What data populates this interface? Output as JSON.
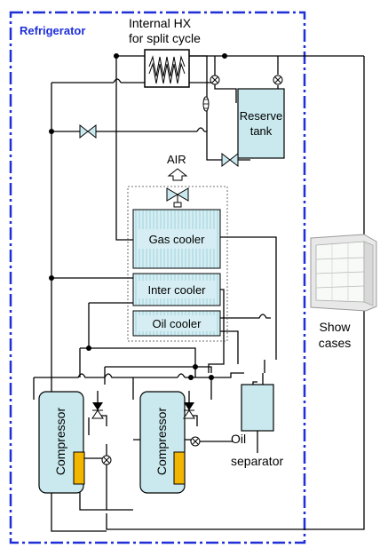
{
  "labels": {
    "refrigerator": "Refrigerator",
    "internal_hx_line1": "Internal HX",
    "internal_hx_line2": "for split cycle",
    "reserve_line1": "Reserve",
    "reserve_line2": "tank",
    "air": "AIR",
    "gas_cooler": "Gas cooler",
    "inter_cooler": "Inter cooler",
    "oil_cooler": "Oil cooler",
    "show_line1": "Show",
    "show_line2": "cases",
    "compressor": "Compressor",
    "oil_line1": "Oil",
    "oil_line2": "separator"
  },
  "colors": {
    "boundary": "#1f2fd8",
    "title": "#1f2fd8",
    "cooler_fill": "#d7eef4",
    "component_fill": "#c9e9ee",
    "tank_fill": "#c9e9ee",
    "oil_sump": "#f2b500"
  }
}
